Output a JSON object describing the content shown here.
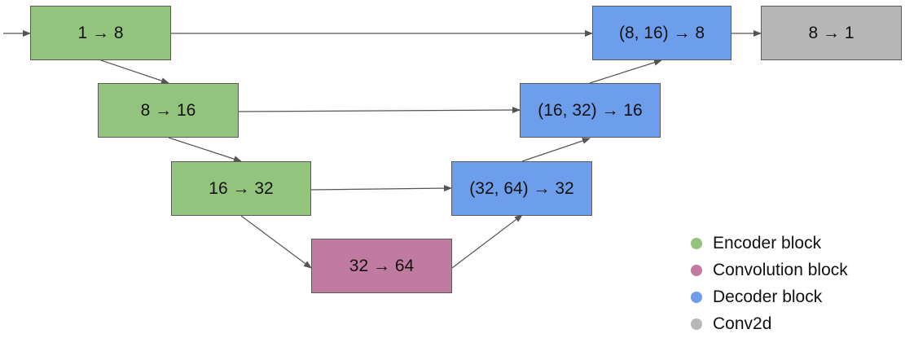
{
  "colors": {
    "encoder": "#93c47d",
    "convolution": "#c27ba0",
    "decoder": "#6d9eeb",
    "conv2d": "#b7b7b7",
    "arrow": "#555555"
  },
  "nodes": {
    "enc1": {
      "label": "1 → 8",
      "kind": "encoder"
    },
    "enc2": {
      "label": "8 → 16",
      "kind": "encoder"
    },
    "enc3": {
      "label": "16 → 32",
      "kind": "encoder"
    },
    "conv": {
      "label": "32 → 64",
      "kind": "convolution"
    },
    "dec3": {
      "label": "(32, 64) → 32",
      "kind": "decoder"
    },
    "dec2": {
      "label": "(16, 32) → 16",
      "kind": "decoder"
    },
    "dec1": {
      "label": "(8, 16) → 8",
      "kind": "decoder"
    },
    "out": {
      "label": "8 → 1",
      "kind": "conv2d"
    }
  },
  "edges": [
    {
      "from": "input",
      "to": "enc1"
    },
    {
      "from": "enc1",
      "to": "dec1"
    },
    {
      "from": "dec1",
      "to": "out"
    },
    {
      "from": "enc1",
      "to": "enc2"
    },
    {
      "from": "enc2",
      "to": "dec2"
    },
    {
      "from": "enc2",
      "to": "enc3"
    },
    {
      "from": "enc3",
      "to": "dec3"
    },
    {
      "from": "enc3",
      "to": "conv"
    },
    {
      "from": "conv",
      "to": "dec3"
    },
    {
      "from": "dec3",
      "to": "dec2"
    },
    {
      "from": "dec2",
      "to": "dec1"
    }
  ],
  "legend": [
    {
      "label": "Encoder block",
      "kind": "encoder"
    },
    {
      "label": "Convolution block",
      "kind": "convolution"
    },
    {
      "label": "Decoder block",
      "kind": "decoder"
    },
    {
      "label": "Conv2d",
      "kind": "conv2d"
    }
  ]
}
